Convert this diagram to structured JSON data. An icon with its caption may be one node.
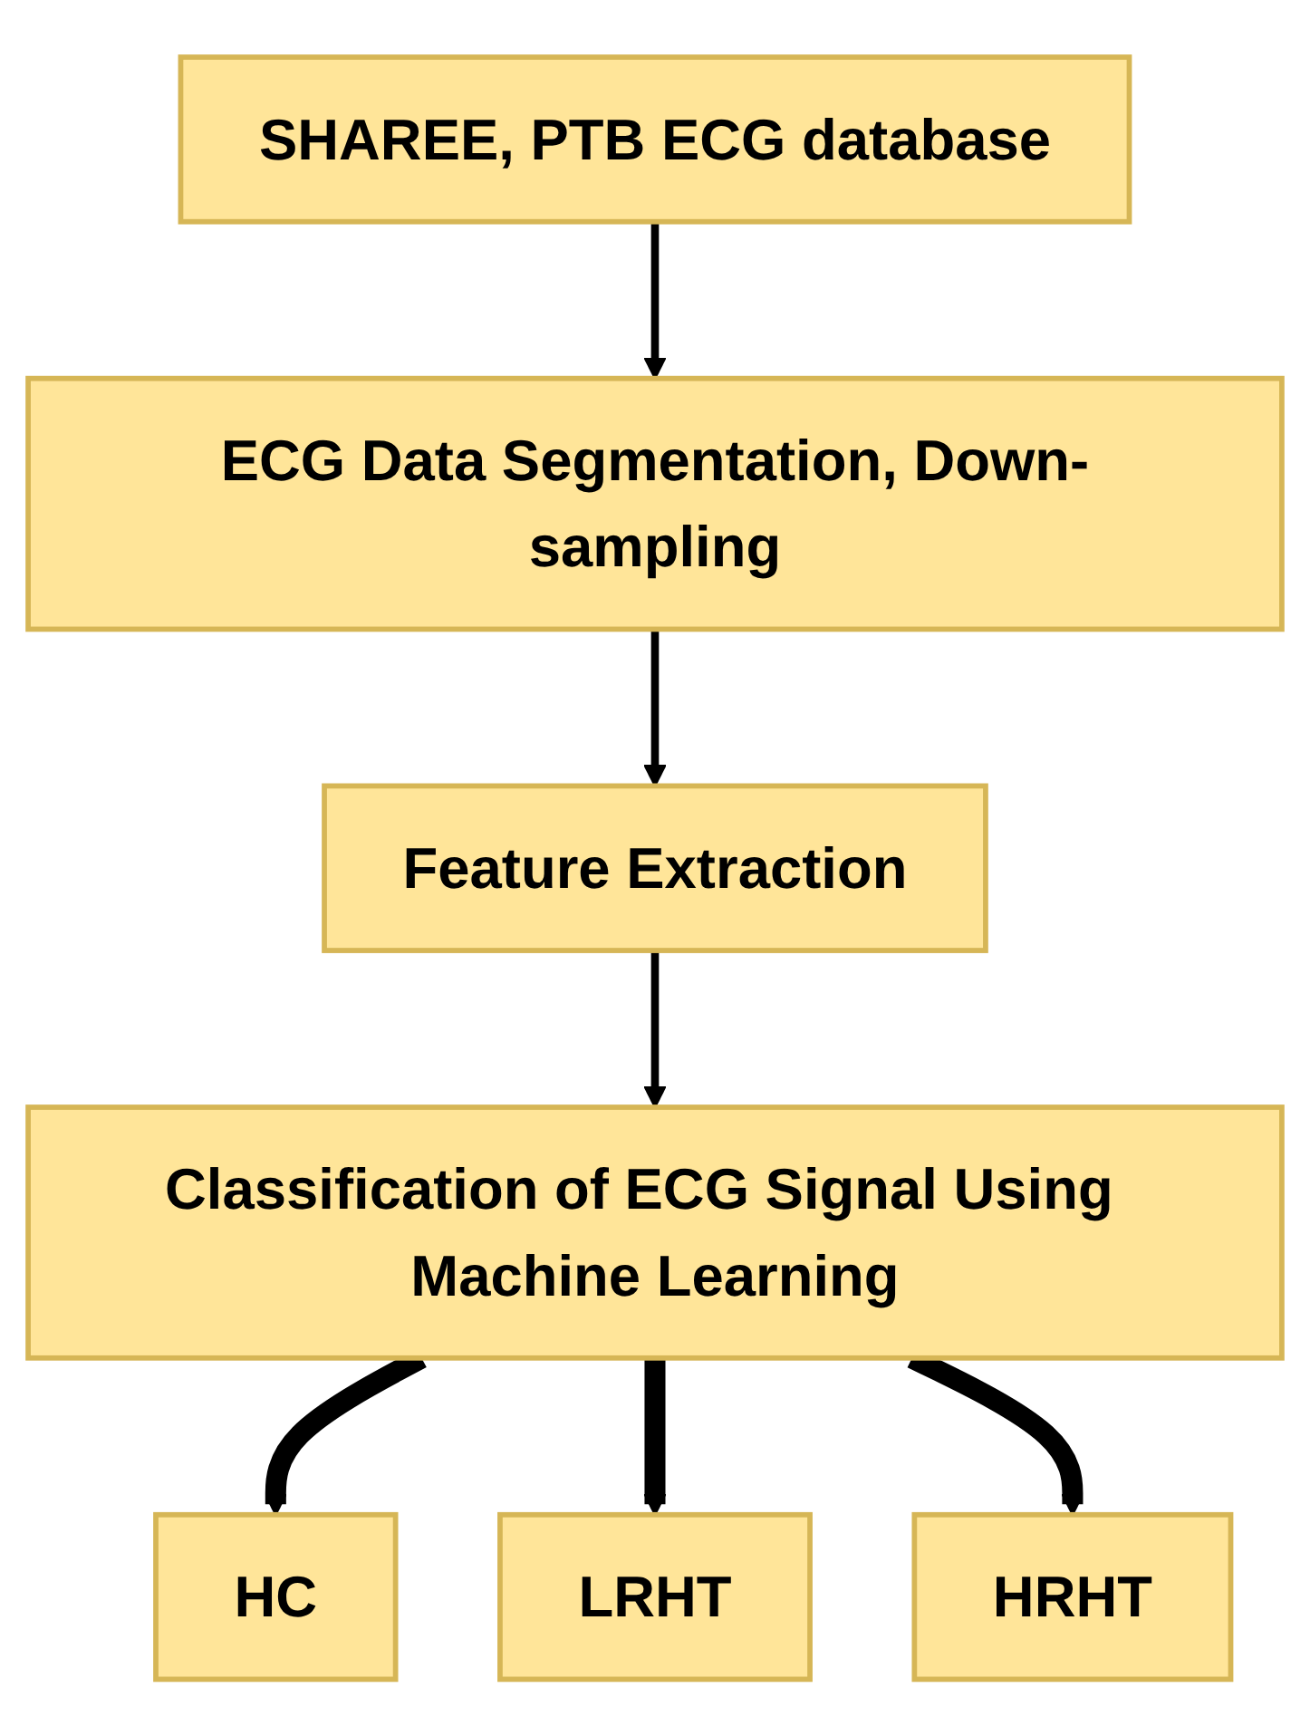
{
  "diagram": {
    "nodes": [
      {
        "text": [
          "SHAREE,  PTB ECG database"
        ]
      },
      {
        "text": [
          "ECG Data Segmentation, Down-sampling"
        ]
      },
      {
        "text": [
          "Feature Extraction"
        ]
      },
      {
        "text": [
          "Classification of ECG Signal Using  Machine Learning"
        ]
      },
      {
        "text": [
          "HC"
        ]
      },
      {
        "text": [
          "LRHT"
        ]
      },
      {
        "text": [
          "HRHT"
        ]
      }
    ],
    "edges": [
      {
        "from": 0,
        "to": 1,
        "arrow": "to"
      },
      {
        "from": 1,
        "to": 2,
        "arrow": "to"
      },
      {
        "from": 2,
        "to": 3,
        "arrow": "to"
      },
      {
        "from": 3,
        "to": 4,
        "arrow": "to",
        "style": "thick"
      },
      {
        "from": 3,
        "to": 5,
        "arrow": "to",
        "style": "thick"
      },
      {
        "from": 3,
        "to": 6,
        "arrow": "to",
        "style": "thick"
      }
    ]
  }
}
